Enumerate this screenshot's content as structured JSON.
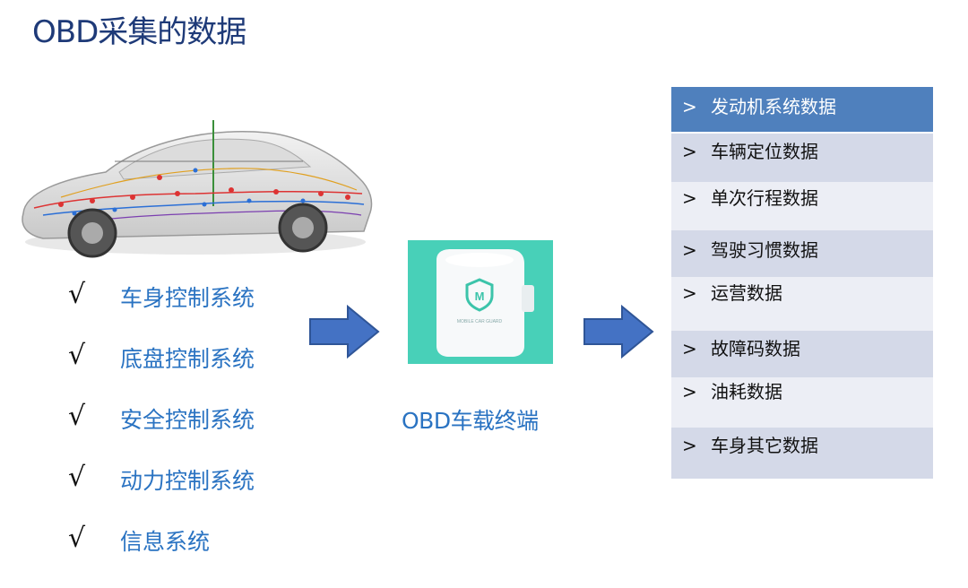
{
  "title": "OBD采集的数据",
  "checklist": {
    "mark": "√",
    "items": [
      "车身控制系统",
      "底盘控制系统",
      "安全控制系统",
      "动力控制系统",
      "信息系统"
    ]
  },
  "device": {
    "label": "OBD车载终端",
    "icon_text": "M",
    "brand_text": "MOBILE CAR GUARD"
  },
  "data_list": {
    "caret": ">",
    "items": [
      "发动机系统数据",
      "车辆定位数据",
      "单次行程数据",
      "驾驶习惯数据",
      "运营数据",
      "故障码数据",
      "油耗数据",
      "车身其它数据"
    ]
  },
  "colors": {
    "title": "#1e3a78",
    "accent_blue": "#2a73c2",
    "header_row": "#4f80bd",
    "row_shade": "#d4d9e8",
    "arrow": "#4472c4",
    "device_bg": "#48d0b8"
  }
}
